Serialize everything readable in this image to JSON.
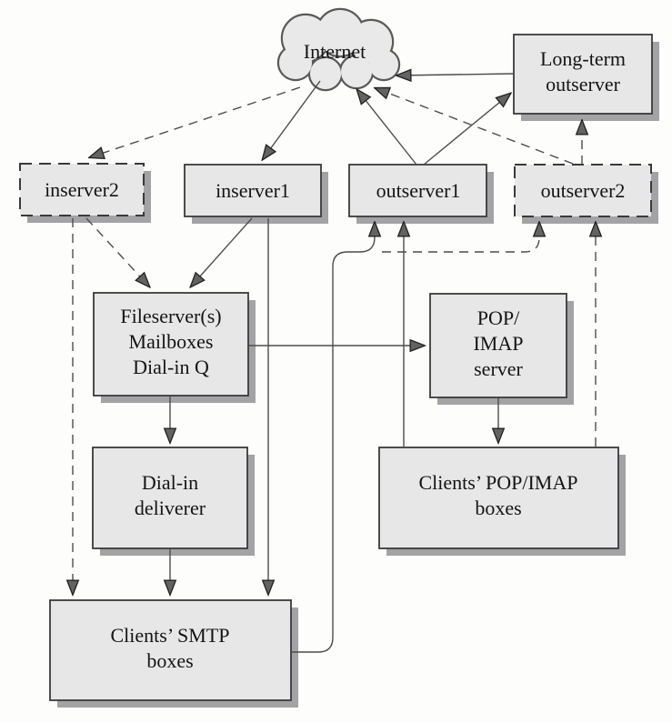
{
  "diagram": {
    "nodes": {
      "internet": {
        "label": "Internet",
        "shape": "cloud"
      },
      "long_term_outserver": {
        "lines": [
          "Long-term",
          "outserver"
        ],
        "border": "solid"
      },
      "inserver2": {
        "label": "inserver2",
        "border": "dashed"
      },
      "inserver1": {
        "label": "inserver1",
        "border": "solid"
      },
      "outserver1": {
        "label": "outserver1",
        "border": "solid"
      },
      "outserver2": {
        "label": "outserver2",
        "border": "dashed"
      },
      "fileserver": {
        "lines": [
          "Fileserver(s)",
          "Mailboxes",
          "Dial-in Q"
        ],
        "border": "solid"
      },
      "pop_imap_server": {
        "lines": [
          "POP/",
          "IMAP",
          "server"
        ],
        "border": "solid"
      },
      "dialin_deliverer": {
        "lines": [
          "Dial-in",
          "deliverer"
        ],
        "border": "solid"
      },
      "clients_smtp_boxes": {
        "lines": [
          "Clients’ SMTP",
          "boxes"
        ],
        "border": "solid"
      },
      "clients_pop_imap_boxes": {
        "lines": [
          "Clients’ POP/IMAP",
          "boxes"
        ],
        "border": "solid"
      }
    },
    "edges": [
      {
        "from": "internet",
        "to": "inserver2",
        "style": "dashed"
      },
      {
        "from": "internet",
        "to": "inserver1",
        "style": "solid"
      },
      {
        "from": "outserver1",
        "to": "internet",
        "style": "solid"
      },
      {
        "from": "outserver2",
        "to": "internet",
        "style": "dashed"
      },
      {
        "from": "long_term_outserver",
        "to": "internet",
        "style": "solid"
      },
      {
        "from": "outserver1",
        "to": "long_term_outserver",
        "style": "solid"
      },
      {
        "from": "outserver2",
        "to": "long_term_outserver",
        "style": "dashed"
      },
      {
        "from": "inserver2",
        "to": "fileserver",
        "style": "dashed"
      },
      {
        "from": "inserver1",
        "to": "fileserver",
        "style": "solid"
      },
      {
        "from": "inserver2",
        "to": "clients_smtp_boxes",
        "style": "dashed"
      },
      {
        "from": "inserver1",
        "to": "clients_smtp_boxes",
        "style": "solid"
      },
      {
        "from": "fileserver",
        "to": "dialin_deliverer",
        "style": "solid"
      },
      {
        "from": "dialin_deliverer",
        "to": "clients_smtp_boxes",
        "style": "solid"
      },
      {
        "from": "fileserver",
        "to": "pop_imap_server",
        "style": "solid"
      },
      {
        "from": "pop_imap_server",
        "to": "clients_pop_imap_boxes",
        "style": "solid"
      },
      {
        "from": "clients_pop_imap_boxes",
        "to": "outserver1",
        "style": "solid"
      },
      {
        "from": "clients_pop_imap_boxes",
        "to": "outserver2",
        "style": "dashed"
      },
      {
        "from": "clients_smtp_boxes",
        "to": "outserver1",
        "style": "solid"
      },
      {
        "from": "clients_smtp_boxes",
        "to": "outserver2",
        "style": "dashed"
      }
    ],
    "colors": {
      "box_fill": "#e7e7e8",
      "box_border": "#3a3a3a",
      "shadow": "#a3a3a5",
      "line": "#4d4d4d",
      "arrowhead": "#636363",
      "background": "#fdfdfc",
      "text": "#141414"
    }
  }
}
